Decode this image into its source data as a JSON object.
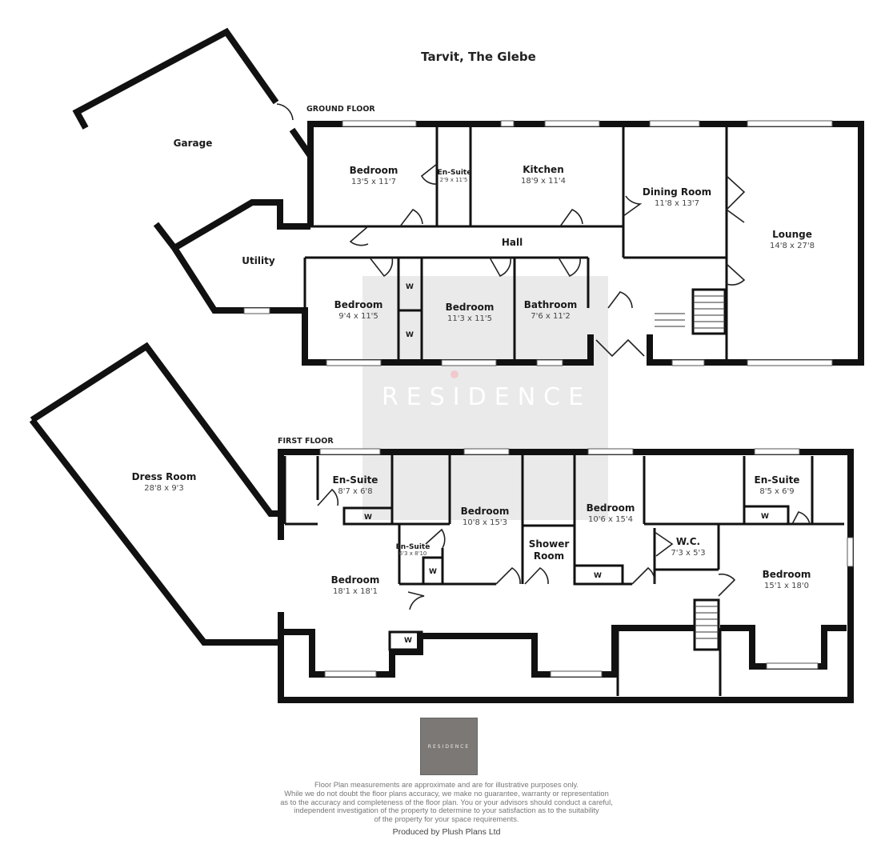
{
  "title": "Tarvit, The Glebe",
  "floors": {
    "ground": "GROUND FLOOR",
    "first": "FIRST FLOOR"
  },
  "ground_rooms": [
    {
      "name": "Garage",
      "dims": ""
    },
    {
      "name": "Utility",
      "dims": ""
    },
    {
      "name": "Bedroom",
      "dims": "13'5 x 11'7"
    },
    {
      "name": "En-Suite",
      "dims": "2'9 x 11'5"
    },
    {
      "name": "Kitchen",
      "dims": "18'9 x 11'4"
    },
    {
      "name": "Dining Room",
      "dims": "11'8 x 13'7"
    },
    {
      "name": "Lounge",
      "dims": "14'8 x 27'8"
    },
    {
      "name": "Hall",
      "dims": ""
    },
    {
      "name": "Bedroom",
      "dims": "9'4 x 11'5"
    },
    {
      "name": "Bedroom",
      "dims": "11'3 x 11'5"
    },
    {
      "name": "Bathroom",
      "dims": "7'6 x 11'2"
    }
  ],
  "first_rooms": [
    {
      "name": "Dress Room",
      "dims": "28'8 x 9'3"
    },
    {
      "name": "En-Suite",
      "dims": "8'7 x 6'8"
    },
    {
      "name": "Bedroom",
      "dims": "10'8 x 15'3"
    },
    {
      "name": "Bedroom",
      "dims": "10'6 x 15'4"
    },
    {
      "name": "En-Suite",
      "dims": "8'5 x 6'9"
    },
    {
      "name": "En-Suite",
      "dims": "6'3 x 8'10"
    },
    {
      "name": "Shower",
      "dims": "Room"
    },
    {
      "name": "W.C.",
      "dims": "7'3 x 5'3"
    },
    {
      "name": "Bedroom",
      "dims": "18'1 x 18'1"
    },
    {
      "name": "Bedroom",
      "dims": "15'1 x 18'0"
    }
  ],
  "wardrobe_label": "W",
  "watermark": "RESIDENCE",
  "logo_text": "RESIDENCE",
  "disclaimer": [
    "Floor Plan measurements are approximate and are for illustrative purposes only.",
    "While we do not doubt the floor plans accuracy, we make no guarantee, warranty or representation",
    "as to the accuracy and completeness of the floor plan. You or your advisors should conduct a careful,",
    "independent investigation of the property to determine to your satisfaction as to the suitability",
    "of the property for your space requirements."
  ],
  "produced_by": "Produced by Plush Plans Ltd",
  "colors": {
    "wall": "#111111",
    "watermark": "#e6e6e6",
    "logo_bg": "#7b7875",
    "logo_dot": "#c0303a"
  }
}
